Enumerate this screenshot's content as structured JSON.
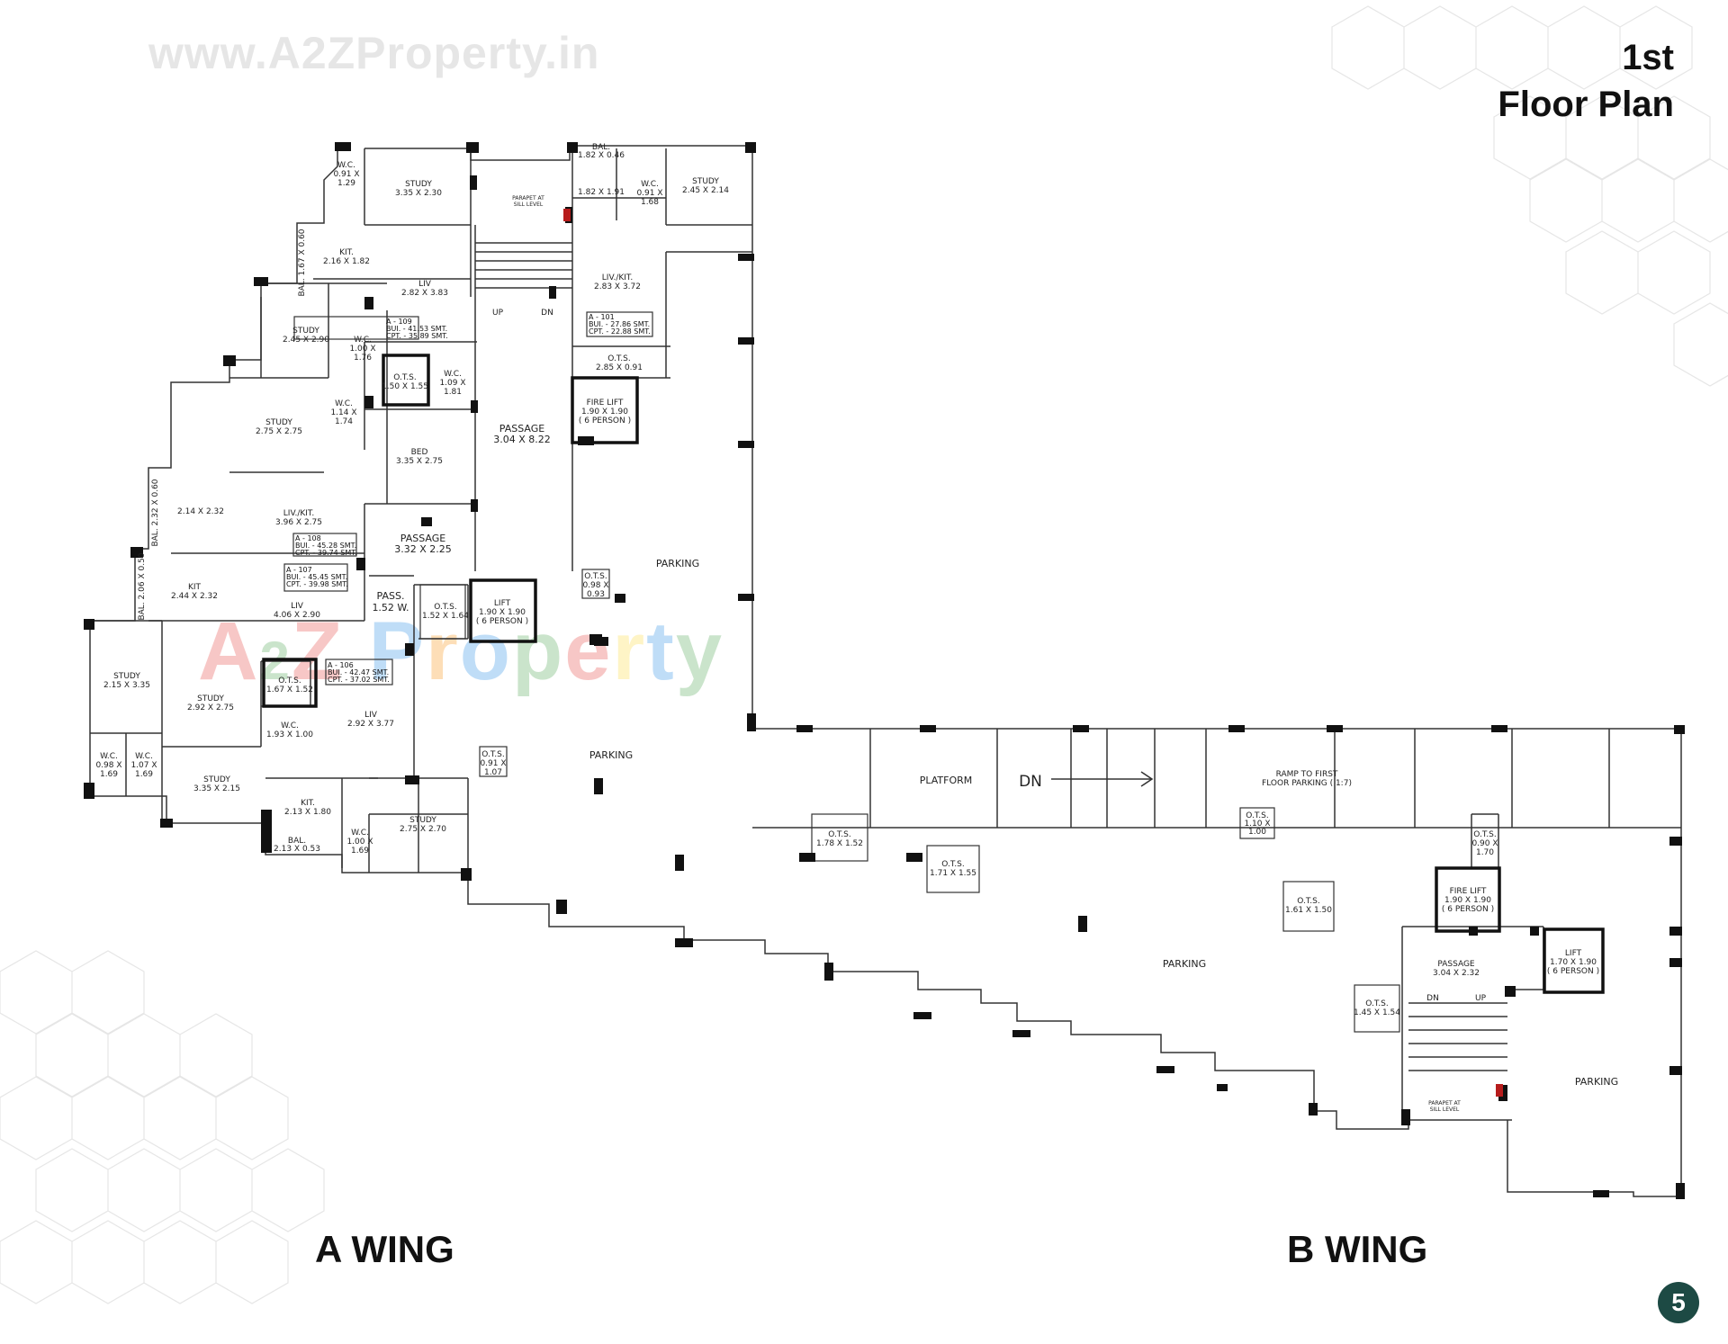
{
  "watermark": "www.A2ZProperty.in",
  "title": {
    "line1": "1st",
    "line2": "Floor Plan"
  },
  "wings": {
    "a": "A WING",
    "b": "B WING"
  },
  "page_number": "5",
  "logo_text": "A2Z Property",
  "rooms": {
    "wc_top": [
      "W.C.",
      "0.91 X",
      "1.29"
    ],
    "study_top": [
      "STUDY",
      "3.35 X 2.30"
    ],
    "kit_a": [
      "KIT.",
      "2.16 X 1.82"
    ],
    "bal_a": [
      "BAL.",
      "1.67 X 0.60"
    ],
    "liv_a": [
      "LIV",
      "2.82 X 3.83"
    ],
    "study_a2": [
      "STUDY",
      "2.45 X 2.90"
    ],
    "wc_a2": [
      "W.C.",
      "1.00 X",
      "1.76"
    ],
    "ots_a": [
      "O.T.S.",
      "1.50 X 1.55"
    ],
    "wc_a3": [
      "W.C.",
      "1.09 X",
      "1.81"
    ],
    "study_a3": [
      "STUDY",
      "2.75 X 2.75"
    ],
    "wc_a4": [
      "W.C.",
      "1.14 X",
      "1.74"
    ],
    "bed_a": [
      "BED",
      "3.35 X 2.75"
    ],
    "passage_main": [
      "PASSAGE",
      "3.04 X 8.22"
    ],
    "bal_a4": [
      "BAL.",
      "2.32 X 0.60"
    ],
    "room_214": [
      "2.14 X 2.32"
    ],
    "livkit_a": [
      "LIV./KIT.",
      "3.96 X 2.75"
    ],
    "passage_a2": [
      "PASSAGE",
      "3.32 X 2.25"
    ],
    "bal_a5": [
      "BAL.",
      "2.06 X 0.50"
    ],
    "kit_a5": [
      "KIT",
      "2.44 X 2.32"
    ],
    "liv_a5": [
      "LIV",
      "4.06 X 2.90"
    ],
    "pass_a": [
      "PASS.",
      "1.52 W."
    ],
    "ots_a2": [
      "O.T.S.",
      "1.52 X 1.64"
    ],
    "lift_a": [
      "LIFT",
      "1.90 X 1.90",
      "( 6 PERSON )"
    ],
    "ots_a3": [
      "O.T.S.",
      "0.98 X",
      "0.93"
    ],
    "study_a6": [
      "STUDY",
      "2.15 X 3.35"
    ],
    "study_a7": [
      "STUDY",
      "2.92 X 2.75"
    ],
    "ots_a4": [
      "O.T.S.",
      "1.67 X 1.52"
    ],
    "wc_a6": [
      "W.C.",
      "1.93 X 1.00"
    ],
    "liv_a7": [
      "LIV",
      "2.92 X 3.77"
    ],
    "wc_a7": [
      "W.C.",
      "0.98 X",
      "1.69"
    ],
    "wc_a8": [
      "W.C.",
      "1.07 X",
      "1.69"
    ],
    "study_a8": [
      "STUDY",
      "3.35 X 2.15"
    ],
    "kit_a8": [
      "KIT.",
      "2.13 X 1.80"
    ],
    "bal_a8": [
      "BAL.",
      "2.13 X 0.53"
    ],
    "wc_a9": [
      "W.C.",
      "1.00 X",
      "1.69"
    ],
    "study_a9": [
      "STUDY",
      "2.75 X 2.70"
    ],
    "ots_a5": [
      "O.T.S.",
      "0.91 X",
      "1.07"
    ],
    "bal_b": [
      "BAL.",
      "1.82 X 0.46"
    ],
    "room_182": [
      "1.82 X 1.91"
    ],
    "wc_b": [
      "W.C.",
      "0.91 X",
      "1.68"
    ],
    "study_b": [
      "STUDY",
      "2.45 X 2.14"
    ],
    "livkit_b": [
      "LIV./KIT.",
      "2.83 X 3.72"
    ],
    "ots_b": [
      "O.T.S.",
      "2.85 X 0.91"
    ],
    "firelift_a": [
      "FIRE LIFT",
      "1.90 X 1.90",
      "( 6 PERSON )"
    ],
    "platform": [
      "PLATFORM"
    ],
    "dn": [
      "DN"
    ],
    "ramp": [
      "RAMP TO FIRST",
      "FLOOR PARKING ( 1:7)"
    ],
    "ots_c1": [
      "O.T.S.",
      "1.78 X 1.52"
    ],
    "ots_c2": [
      "O.T.S.",
      "1.71 X 1.55"
    ],
    "ots_c3": [
      "O.T.S.",
      "1.10 X",
      "1.00"
    ],
    "ots_c4": [
      "O.T.S.",
      "1.61 X 1.50"
    ],
    "ots_c5": [
      "O.T.S.",
      "0.90 X",
      "1.70"
    ],
    "firelift_b": [
      "FIRE LIFT",
      "1.90 X 1.90",
      "( 6 PERSON )"
    ],
    "lift_b": [
      "LIFT",
      "1.70 X 1.90",
      "( 6 PERSON )"
    ],
    "passage_b": [
      "PASSAGE",
      "3.04 X 2.32"
    ],
    "ots_c6": [
      "O.T.S.",
      "1.45 X 1.54"
    ]
  },
  "parking": "PARKING",
  "up": "UP",
  "dn_small": "DN",
  "parapet": [
    "PARAPET AT",
    "SILL LEVEL"
  ],
  "areas": {
    "a109": [
      "A - 109",
      "BUI. - 41.53 SMT.",
      "CPT. - 35.89 SMT."
    ],
    "a108": [
      "A - 108",
      "BUI. - 45.28 SMT.",
      "CPT. - 39.74 SMT."
    ],
    "a107": [
      "A - 107",
      "BUI. - 45.45 SMT.",
      "CPT. - 39.98 SMT."
    ],
    "a106": [
      "A - 106",
      "BUI. - 42.47 SMT.",
      "CPT. - 37.02 SMT."
    ],
    "a101": [
      "A - 101",
      "BUI. - 27.86 SMT.",
      "CPT. - 22.88 SMT."
    ]
  },
  "colors": {
    "wall": "#111111",
    "line": "#555555",
    "pattern": "#e8e8e8",
    "badge": "#1d4a44"
  }
}
